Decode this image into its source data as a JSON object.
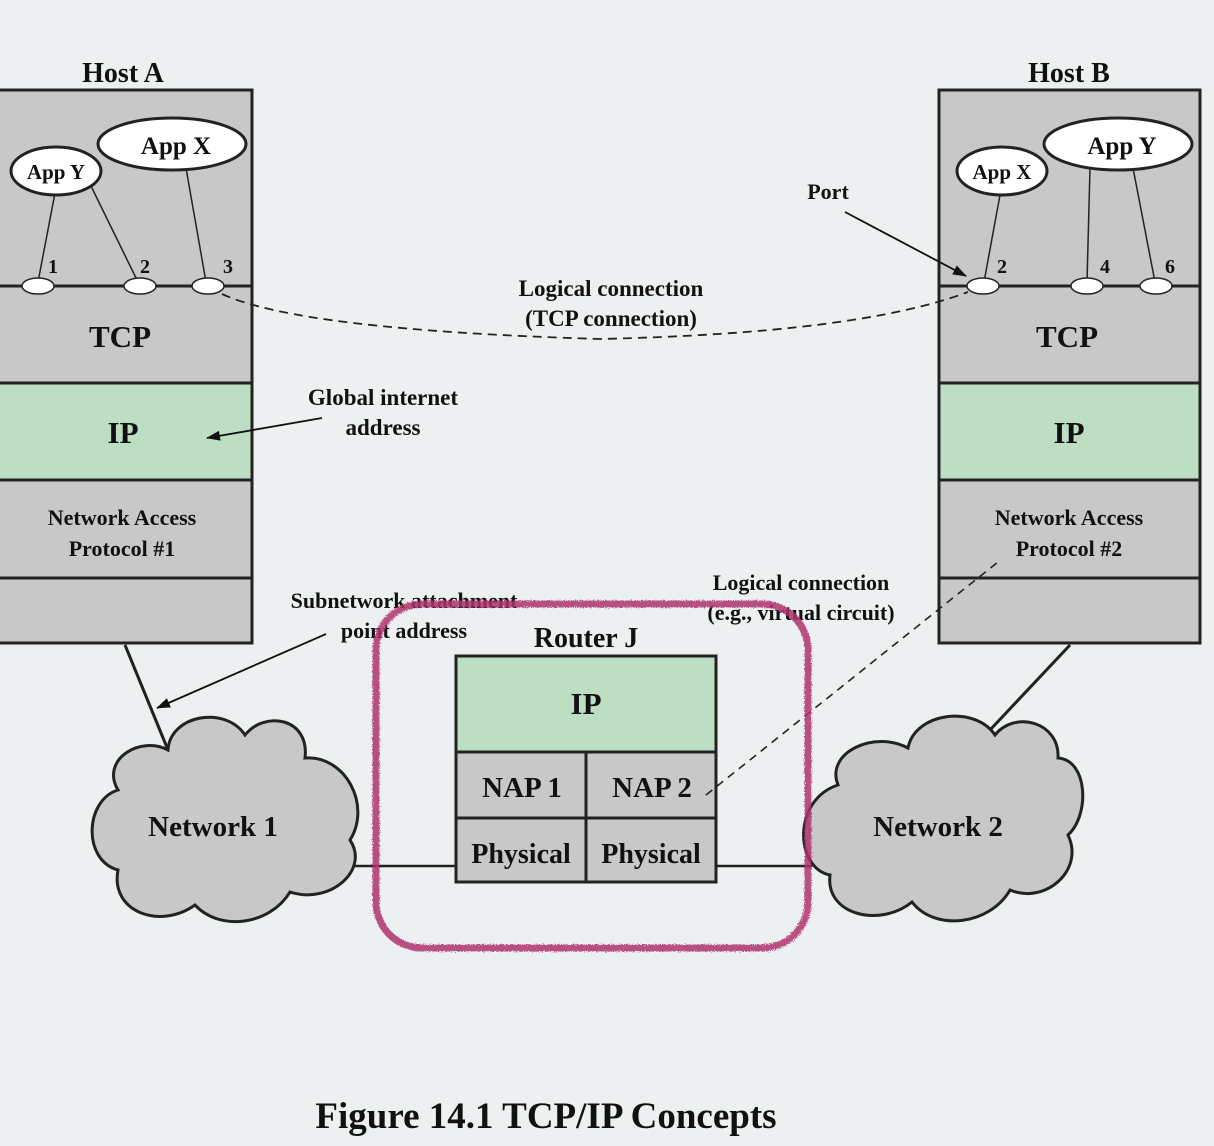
{
  "host_a": {
    "title": "Host A",
    "apps": [
      "App Y",
      "App X"
    ],
    "ports": [
      "1",
      "2",
      "3"
    ],
    "layers": {
      "tcp": "TCP",
      "ip": "IP",
      "nap_line1": "Network Access",
      "nap_line2": "Protocol #1"
    }
  },
  "host_b": {
    "title": "Host B",
    "apps": [
      "App X",
      "App Y"
    ],
    "ports": [
      "2",
      "4",
      "6"
    ],
    "layers": {
      "tcp": "TCP",
      "ip": "IP",
      "nap_line1": "Network Access",
      "nap_line2": "Protocol #2"
    }
  },
  "router": {
    "title": "Router J",
    "ip": "IP",
    "nap1": "NAP 1",
    "nap2": "NAP 2",
    "phys1": "Physical",
    "phys2": "Physical"
  },
  "networks": {
    "n1": "Network 1",
    "n2": "Network 2"
  },
  "annotations": {
    "port": "Port",
    "tcp_conn_line1": "Logical connection",
    "tcp_conn_line2": "(TCP connection)",
    "global_addr_line1": "Global internet",
    "global_addr_line2": "address",
    "subnet_line1": "Subnetwork attachment",
    "subnet_line2": "point address",
    "vc_line1": "Logical connection",
    "vc_line2": "(e.g., virtual circuit)"
  },
  "caption": "Figure 14.1 TCP/IP Concepts",
  "colors": {
    "background": "#ECF0F1",
    "layer_gray": "#C8C8C8",
    "ip_green": "#BEDEC4",
    "cloud_gray": "#C8C8C8",
    "highlight_magenta": "#B0306E"
  }
}
